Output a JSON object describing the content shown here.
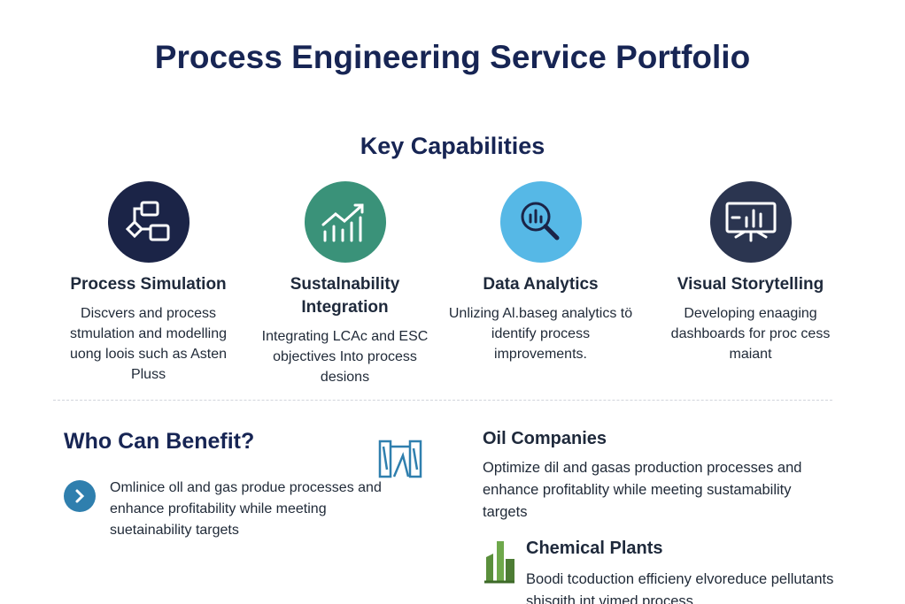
{
  "page": {
    "title": "Process Engineering Service Portfolio",
    "subtitle": "Key Capabilities"
  },
  "capabilities": [
    {
      "title": "Process Simulation",
      "description": "Discvers and process stmulation and modelling uong loois such as Asten Pluss",
      "icon": "flowchart-icon",
      "color": "#1b2447"
    },
    {
      "title": "Sustalnability Integration",
      "description": "Integrating LCAc and ESC objectives Into process desions",
      "icon": "growth-chart-icon",
      "color": "#3a9279"
    },
    {
      "title": "Data Analytics",
      "description": "Unlizing Al.baseg analytics tö identify process improvements.",
      "icon": "magnifier-chart-icon",
      "color": "#56b8e6"
    },
    {
      "title": "Visual Storytelling",
      "description": "Developing enaaging dashboards for proc cess maiant",
      "icon": "presentation-board-icon",
      "color": "#2b3550"
    }
  ],
  "benefit": {
    "heading": "Who Can Benefit?",
    "text": "Omlinice oll and gas produe processes and enhance profitability while meeting suetainability targets",
    "bullet_icon": "chevron-right-icon",
    "bullet_color": "#2f7fae"
  },
  "segments": [
    {
      "title": "Oil Companies",
      "description": "Optimize dil and gasas production processes and enhance profitablity while meeting sustamability targets"
    },
    {
      "title": "Chemical Plants",
      "description": "Boodi tcoduction efficieny elvoreduce pellutants shisgith int vimed process"
    }
  ]
}
